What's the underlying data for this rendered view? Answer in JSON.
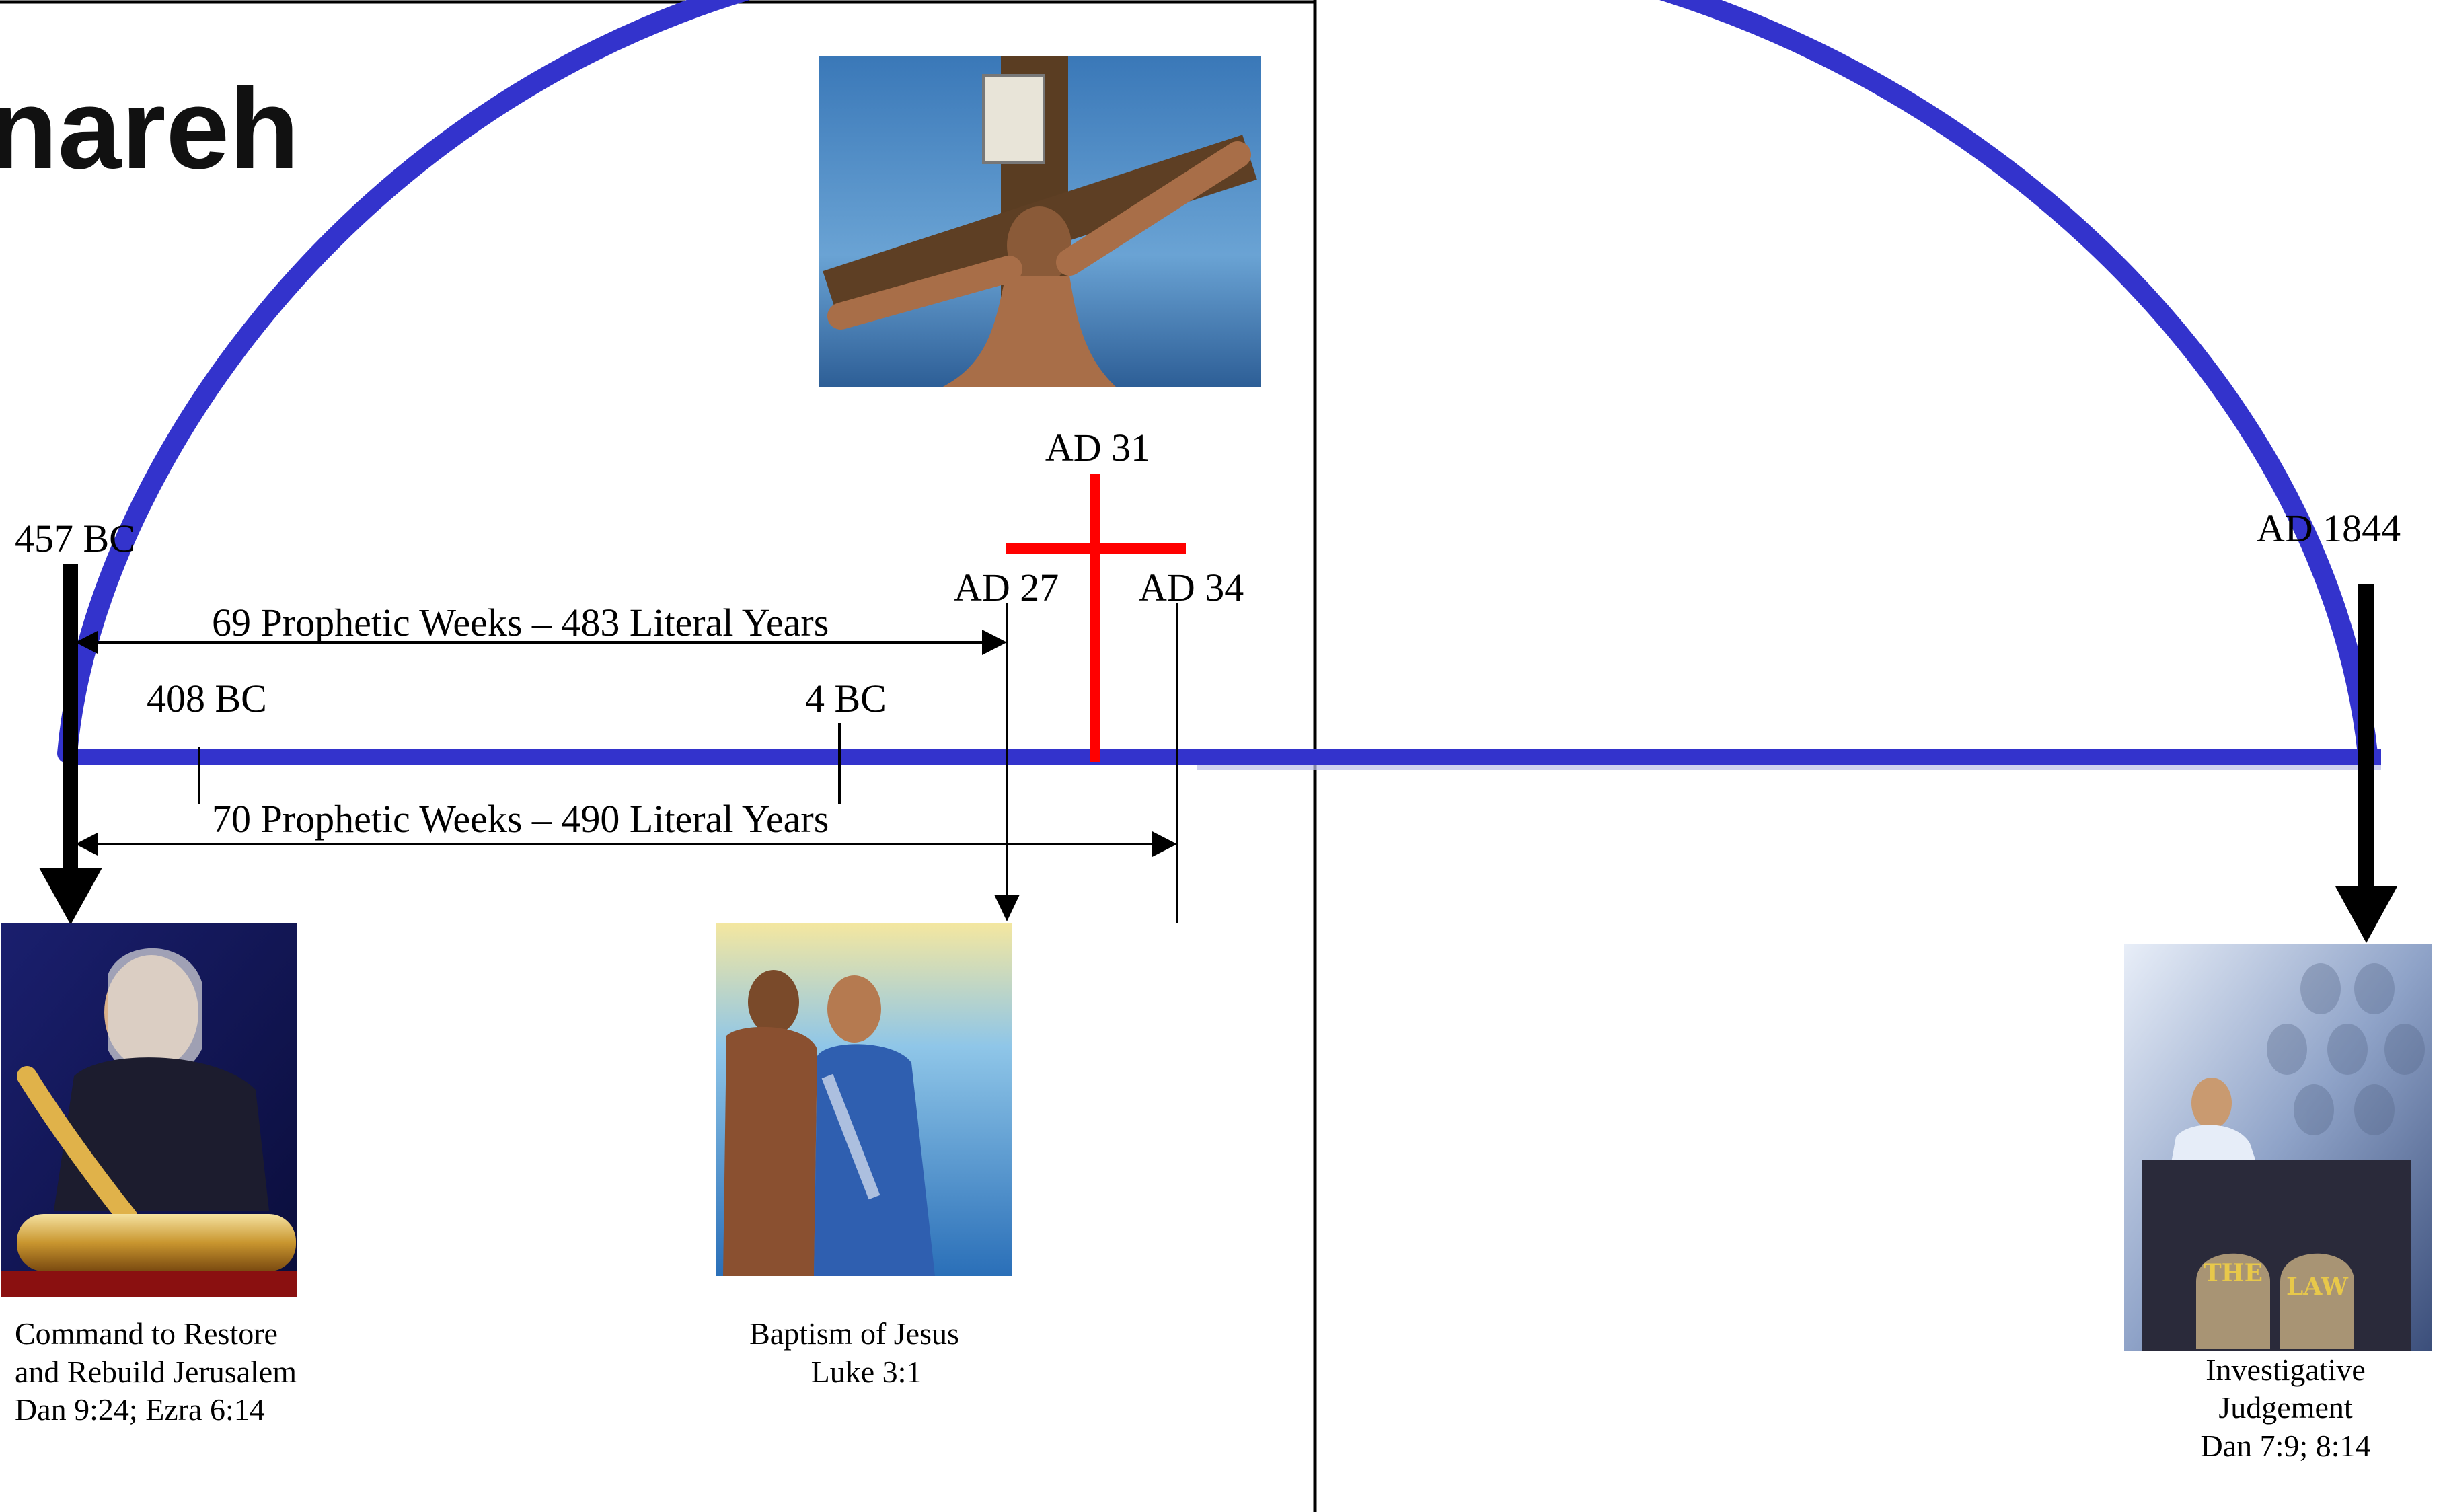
{
  "title_fragment": "nareh",
  "colors": {
    "arc": "#3333cc",
    "cross": "#ff0000",
    "ink": "#000000"
  },
  "dates": {
    "bc457": "457 BC",
    "bc408": "408 BC",
    "bc4": "4 BC",
    "ad27": "AD 27",
    "ad31": "AD 31",
    "ad34": "AD 34",
    "ad1844": "AD 1844"
  },
  "spans": {
    "weeks69": "69 Prophetic Weeks – 483 Literal Years",
    "weeks70": "70 Prophetic Weeks – 490 Literal Years"
  },
  "captions": {
    "command": [
      "Command to Restore",
      "and Rebuild Jerusalem",
      "Dan 9:24; Ezra 6:14"
    ],
    "baptism": [
      "Baptism of Jesus",
      "Luke 3:1"
    ],
    "judgement": [
      "Investigative",
      "Judgement",
      "Dan 7:9; 8:14"
    ]
  },
  "images": {
    "crucifixion": "crucifixion-image",
    "scribe": "scribe-writing-image",
    "baptism": "baptism-image",
    "judgement": "judgement-law-image",
    "tablet_text_1": "THE",
    "tablet_text_2": "LAW"
  }
}
